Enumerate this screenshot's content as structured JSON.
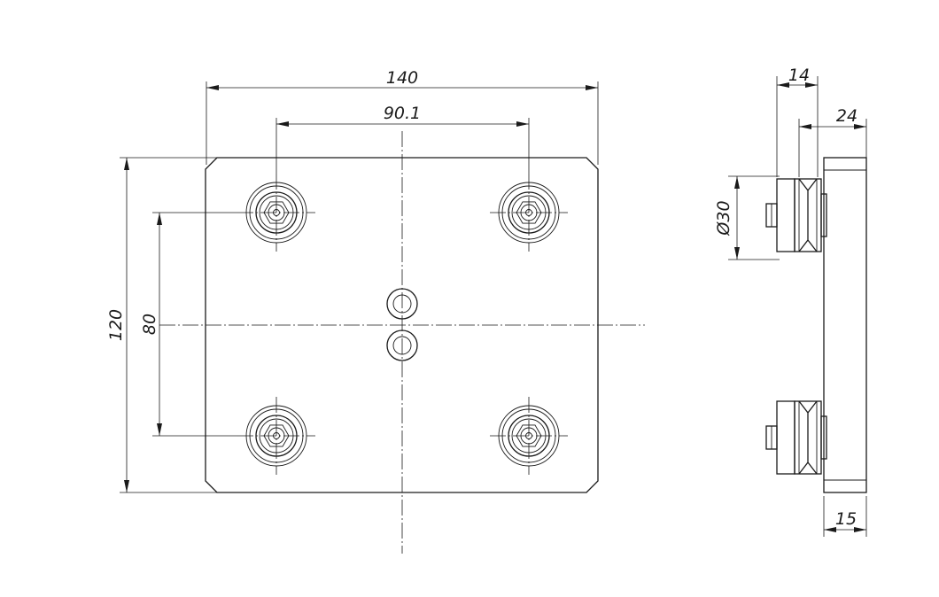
{
  "drawing": {
    "dimensions": {
      "plate_width": "140",
      "hole_spacing_x": "90.1",
      "plate_height": "120",
      "hole_spacing_y": "80",
      "wheel_protrusion": "14",
      "overall_depth": "24",
      "wheel_diameter": "Ø30",
      "plate_thickness": "15"
    }
  }
}
